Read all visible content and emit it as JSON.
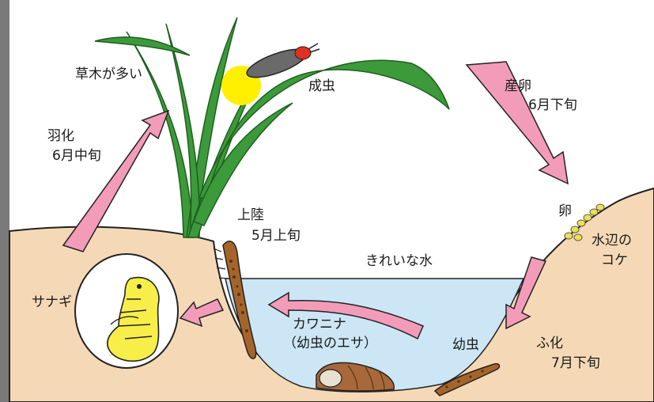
{
  "diagram": {
    "labels": {
      "grassy": "草木が多い",
      "adult": "成虫",
      "egg_laying": "産卵",
      "egg_laying_time": "6月下旬",
      "emergence": "羽化",
      "emergence_time": "6月中旬",
      "egg": "卵",
      "waterside_moss": "水辺の",
      "waterside_moss2": "コケ",
      "landing": "上陸",
      "landing_time": "5月上旬",
      "clean_water": "きれいな水",
      "pupa": "サナギ",
      "snail": "カワニナ",
      "snail_note": "（幼虫のエサ）",
      "larva": "幼虫",
      "hatching": "ふ化",
      "hatching_time": "7月下旬"
    },
    "colors": {
      "ground": "#f5d9b6",
      "water": "#cce6f5",
      "arrow": "#f29cba",
      "leaf": "#3c9a3a",
      "glow": "#fff000",
      "pupa": "#f7ee4a",
      "larva": "#a5652a",
      "egg": "#f0e050",
      "left_border": "#777777"
    }
  }
}
